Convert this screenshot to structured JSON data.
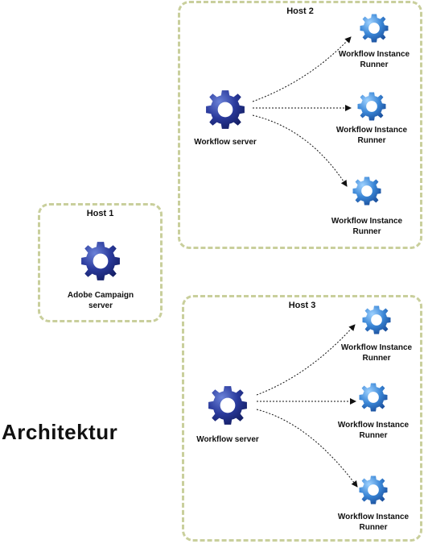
{
  "title": "Architektur",
  "colors": {
    "host_border": "#c9cf9c",
    "gear_dark": "#1f2f8f",
    "gear_light": "#2f7fd0",
    "arrow": "#111111"
  },
  "icons": {
    "server": "gear-icon-dark-blue",
    "runner": "gear-icon-light-blue"
  },
  "host1": {
    "label": "Host 1",
    "server_label": "Adobe Campaign server"
  },
  "host2": {
    "label": "Host 2",
    "server_label": "Workflow server",
    "runners": [
      "Workflow Instance Runner",
      "Workflow Instance Runner",
      "Workflow Instance Runner"
    ]
  },
  "host3": {
    "label": "Host 3",
    "server_label": "Workflow server",
    "runners": [
      "Workflow Instance Runner",
      "Workflow Instance Runner",
      "Workflow Instance Runner"
    ]
  }
}
